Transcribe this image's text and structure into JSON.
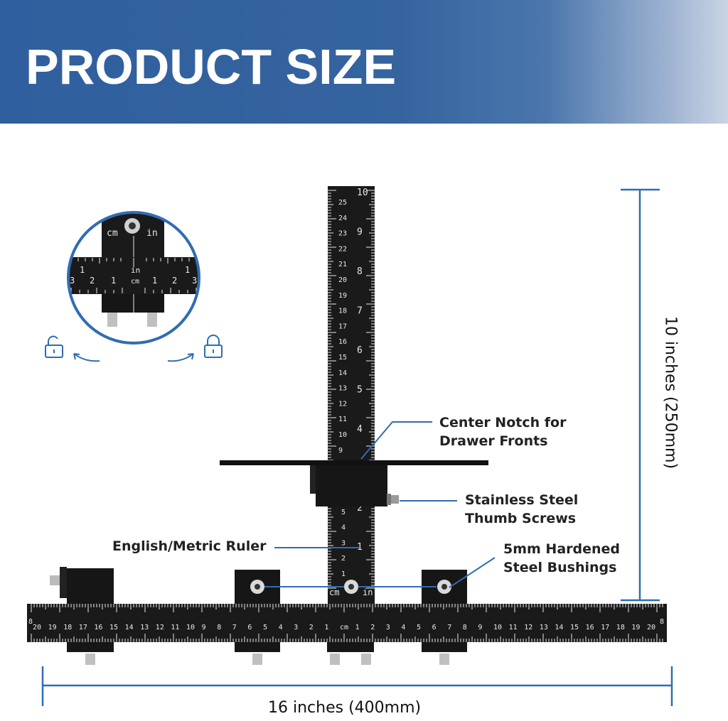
{
  "header": {
    "title": "PRODUCT SIZE"
  },
  "annotations": {
    "center_notch_line1": "Center Notch for",
    "center_notch_line2": "Drawer Fronts",
    "thumb_screws_line1": "Stainless Steel",
    "thumb_screws_line2": "Thumb Screws",
    "ruler": "English/Metric Ruler",
    "bushings_line1": "5mm Hardened",
    "bushings_line2": "Steel Bushings"
  },
  "dimensions": {
    "height": "10 inches (250mm)",
    "width": "16 inches (400mm)"
  },
  "detail": {
    "unit_cm": "cm",
    "unit_in": "in",
    "lock_open_icon": "unlock-icon",
    "lock_closed_icon": "lock-icon"
  },
  "colors": {
    "banner": "#2f5f9e",
    "accent_blue": "#2f6db3",
    "ruler_black": "#1a1a1a"
  }
}
